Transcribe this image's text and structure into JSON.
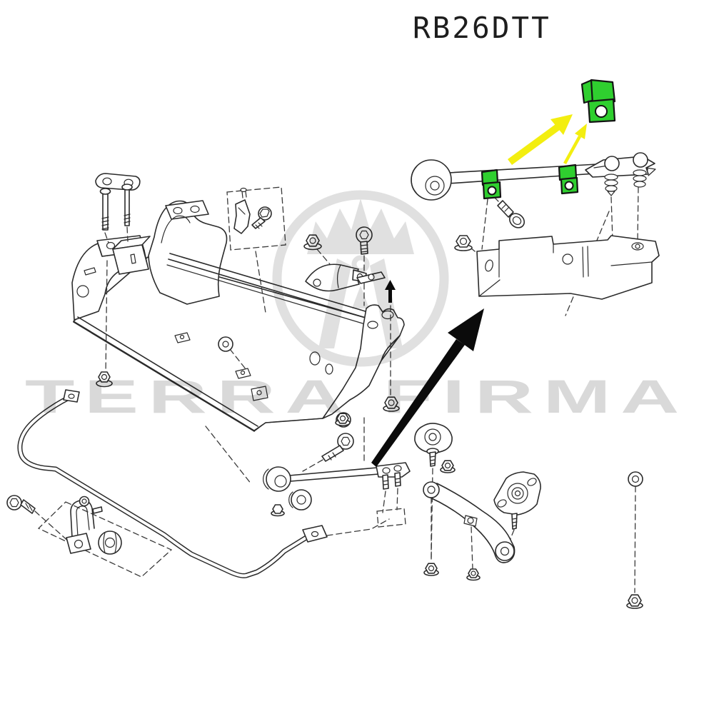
{
  "title": "RB26DTT",
  "watermark": {
    "text": "TERRA FIRMA"
  },
  "colors": {
    "background": "#ffffff",
    "line": "#2b2b2b",
    "highlight_green": "#2fcf2f",
    "arrow_yellow": "#f3ee10",
    "arrow_black": "#0b0b0b",
    "watermark_gray": "#d9d9d9",
    "emblem_gray": "#e0e0e0"
  },
  "parts": {
    "main": [
      "front-subframe-crossmember",
      "mount-bolts-with-link-plate",
      "stopper-bracket-and-screw",
      "flange-nuts",
      "washer-head-bolts",
      "gusset-bracket",
      "stabilizer-bar",
      "stabilizer-clamp",
      "stabilizer-bushing",
      "tension-rod",
      "tension-rod-bracket",
      "ball-joint",
      "idler-arm",
      "grommets"
    ],
    "detail": [
      "tension-rod-with-bushing",
      "highlighted-clamp-brackets",
      "mount-plate-with-bolts",
      "cover-plate",
      "flange-nut",
      "hex-bolt"
    ],
    "highlighted": "clamp-bracket-part"
  }
}
